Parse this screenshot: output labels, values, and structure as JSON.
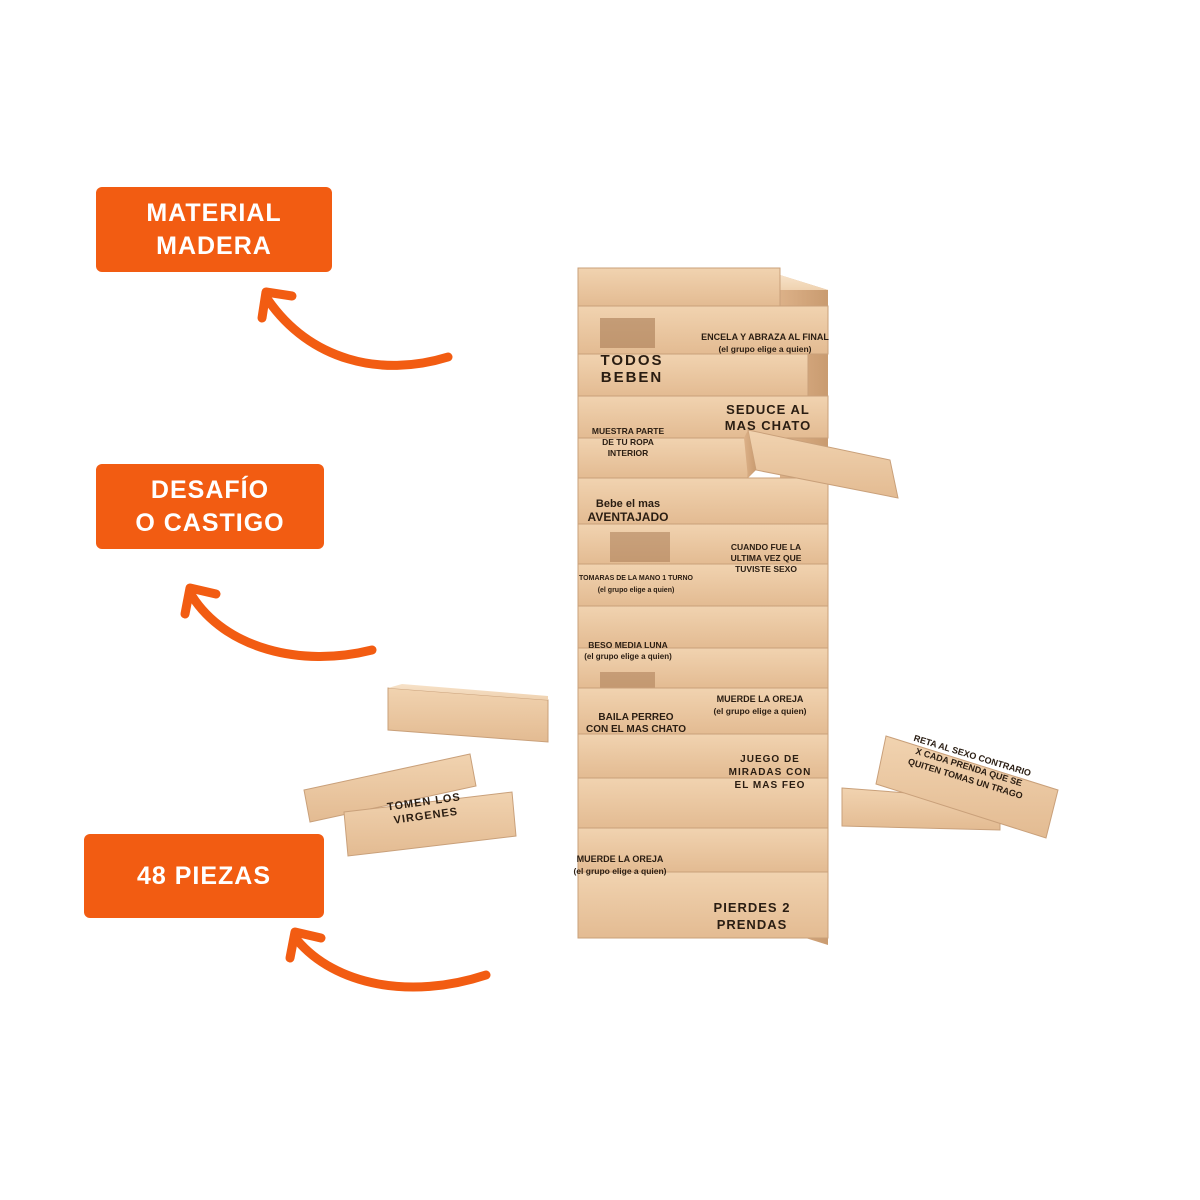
{
  "badges": {
    "material": {
      "line1": "MATERIAL",
      "line2": "MADERA"
    },
    "desafio": {
      "line1": "DESAFÍO",
      "line2": "O CASTIGO"
    },
    "piezas": {
      "line1": "48 PIEZAS"
    }
  },
  "blocks": {
    "encela": {
      "line1": "ENCELA Y ABRAZA AL FINAL",
      "line2": "(el grupo elige a quien)"
    },
    "todos": {
      "line1": "TODOS",
      "line2": "BEBEN"
    },
    "seduce": {
      "line1": "SEDUCE AL",
      "line2": "MAS CHATO"
    },
    "muestra": {
      "line1": "MUESTRA PARTE",
      "line2": "DE TU ROPA",
      "line3": "INTERIOR"
    },
    "bebe": {
      "line1": "Bebe el mas",
      "line2": "AVENTAJADO"
    },
    "cuando": {
      "line1": "CUANDO FUE LA",
      "line2": "ULTIMA VEZ QUE",
      "line3": "TUVISTE SEXO"
    },
    "tomaras": {
      "line1": "TOMARAS DE LA MANO 1 TURNO",
      "line2": "(el grupo elige a quien)"
    },
    "beso": {
      "line1": "BESO MEDIA LUNA",
      "line2": "(el grupo elige a quien)"
    },
    "muerde1": {
      "line1": "MUERDE LA OREJA",
      "line2": "(el grupo elige a quien)"
    },
    "baila": {
      "line1": "BAILA PERREO",
      "line2": "CON EL MAS CHATO"
    },
    "juego": {
      "line1": "JUEGO DE",
      "line2": "MIRADAS CON",
      "line3": "EL MAS FEO"
    },
    "muerde2": {
      "line1": "MUERDE LA OREJA",
      "line2": "(el grupo elige a quien)"
    },
    "pierdes": {
      "line1": "PIERDES 2",
      "line2": "PRENDAS"
    },
    "reta": {
      "line1": "RETA AL SEXO CONTRARIO",
      "line2": "X CADA PRENDA QUE SE",
      "line3": "QUITEN TOMAS UN TRAGO"
    },
    "tomen": {
      "line1": "TOMEN LOS",
      "line2": "VIRGENES"
    }
  },
  "colors": {
    "accent": "#f25c12",
    "wood": "#ecc9a3",
    "wood_dark": "#d4a67c"
  }
}
